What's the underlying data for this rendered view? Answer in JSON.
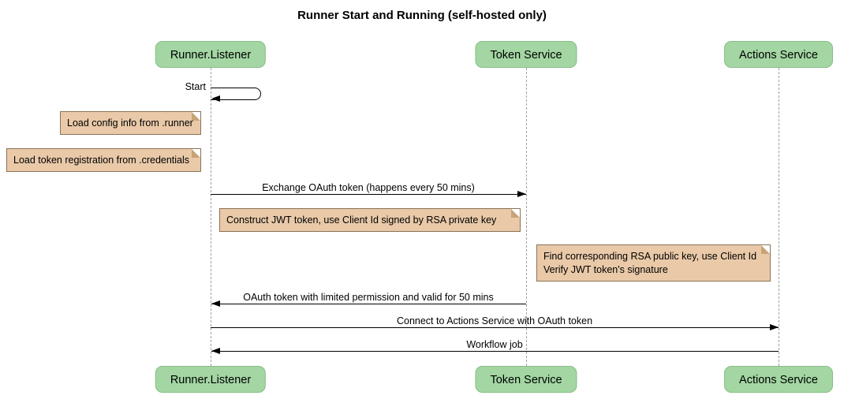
{
  "title": "Runner Start and Running (self-hosted only)",
  "participants": [
    {
      "name": "Runner.Listener"
    },
    {
      "name": "Token Service"
    },
    {
      "name": "Actions Service"
    }
  ],
  "messages": [
    {
      "label": "Start",
      "from": "Runner.Listener",
      "to": "Runner.Listener",
      "type": "self"
    },
    {
      "label": "Exchange OAuth token (happens every 50 mins)",
      "from": "Runner.Listener",
      "to": "Token Service",
      "type": "solid-arrow"
    },
    {
      "label": "OAuth token with limited permission and valid for 50 mins",
      "from": "Token Service",
      "to": "Runner.Listener",
      "type": "solid-arrow"
    },
    {
      "label": "Connect to Actions Service with OAuth token",
      "from": "Runner.Listener",
      "to": "Actions Service",
      "type": "solid-arrow"
    },
    {
      "label": "Workflow job",
      "from": "Actions Service",
      "to": "Runner.Listener",
      "type": "solid-arrow"
    }
  ],
  "notes": [
    {
      "text": "Load config info from .runner"
    },
    {
      "text": "Load token registration from .credentials"
    },
    {
      "text": "Construct JWT token, use Client Id signed by RSA private key"
    },
    {
      "line1": "Find corresponding RSA public key, use Client Id",
      "line2": "Verify JWT token's signature"
    }
  ],
  "colors": {
    "participant_fill": "#a3d6a3",
    "participant_border": "#86be86",
    "note_fill": "#e9c9a8",
    "note_border": "#8a7256",
    "lifeline": "#a0a0a0",
    "arrow": "#000000",
    "background": "#ffffff"
  }
}
